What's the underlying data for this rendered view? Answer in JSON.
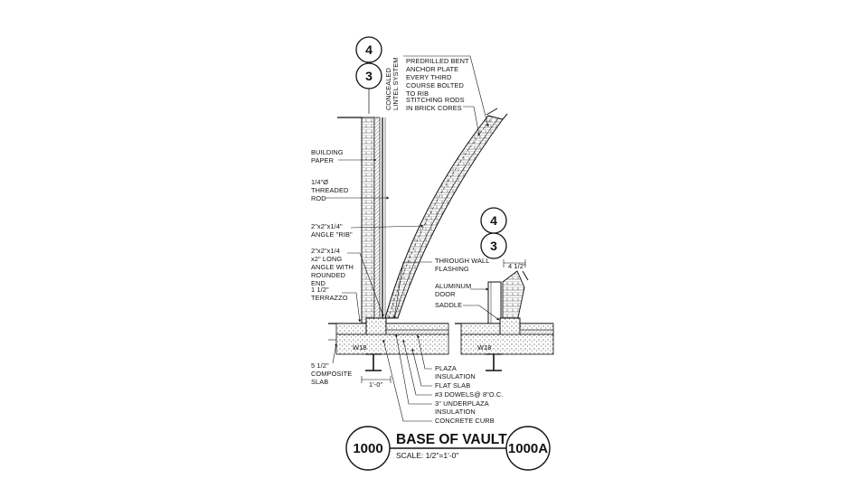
{
  "callouts": {
    "top_upper": "4",
    "top_lower": "3",
    "mid_upper": "4",
    "mid_lower": "3"
  },
  "vertical_label": [
    "CONCEALED",
    "LINTEL SYSTEM"
  ],
  "notes_right_top": {
    "anchor_plate": [
      "PREDRILLED BENT",
      "ANCHOR PLATE",
      "EVERY THIRD",
      "COURSE BOLTED",
      "TO RIB"
    ],
    "stitching": [
      "STITCHING RODS",
      "IN BRICK CORES"
    ]
  },
  "notes_left": {
    "building_paper": [
      "BUILDING",
      "PAPER"
    ],
    "threaded_rod": [
      "1/4\"Ø",
      "THREADED",
      "ROD"
    ],
    "angle_rib": [
      "2\"x2\"x1/4\"",
      "ANGLE \"RIB\""
    ],
    "long_angle": [
      "2\"x2\"x1/4",
      "x2\" LONG",
      "ANGLE WITH",
      "ROUNDED",
      "END"
    ],
    "terrazzo": [
      "1 1/2\"",
      "TERRAZZO"
    ],
    "composite_slab": [
      "5 1/2\"",
      "COMPOSITE",
      "SLAB"
    ]
  },
  "notes_right_mid": {
    "through_wall": [
      "THROUGH WALL",
      "FLASHING"
    ],
    "aluminum_door": [
      "ALUMINUM",
      "DOOR"
    ],
    "saddle": "SADDLE",
    "dim_4half": "4 1/2\""
  },
  "notes_bottom": {
    "plaza_insulation": [
      "PLAZA",
      "INSULATION"
    ],
    "flat_slab": "FLAT SLAB",
    "dowels": "#3 DOWELS@ 8\"O.C.",
    "underplaza": [
      "3\" UNDERPLAZA",
      "INSULATION"
    ],
    "curb": "CONCRETE CURB"
  },
  "beam_labels": {
    "left": "W18",
    "right": "W18"
  },
  "dim_bottom": "1'-0\"",
  "title_block": {
    "left_ref": "1000",
    "title": "BASE OF VAULT",
    "scale": "SCALE: 1/2\"=1'-0\"",
    "right_ref": "1000A"
  }
}
